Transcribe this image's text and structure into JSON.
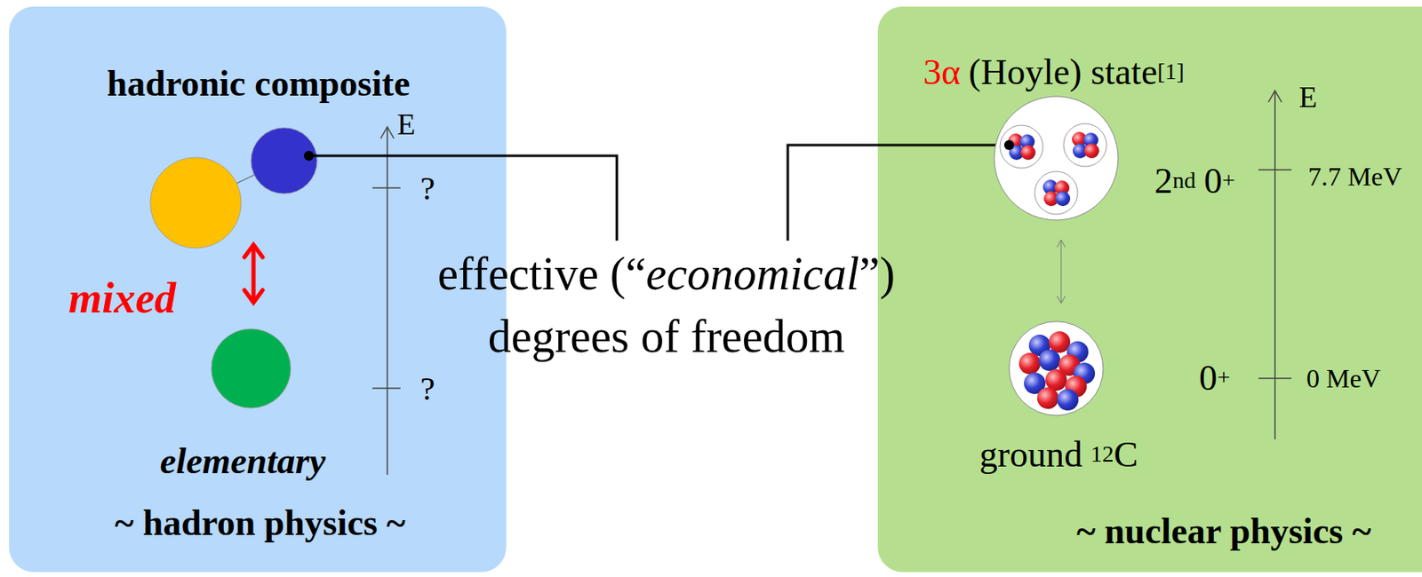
{
  "diagram": {
    "nodes": [
      {
        "text": [
          "~ hadron physics ~"
        ]
      },
      {
        "text": [
          "~ nuclear physics ~"
        ]
      }
    ],
    "labels": [
      "hadronic composite",
      "E",
      "?",
      "?",
      "mixed",
      "elementary",
      "effective (“",
      "economical",
      "”)",
      "degrees of freedom",
      "3α",
      "(Hoyle) state",
      "[1]",
      "E",
      "2",
      "nd",
      "0",
      "+",
      "7.7 MeV",
      "0",
      "+",
      "0 MeV",
      "ground",
      "12",
      "C"
    ]
  }
}
